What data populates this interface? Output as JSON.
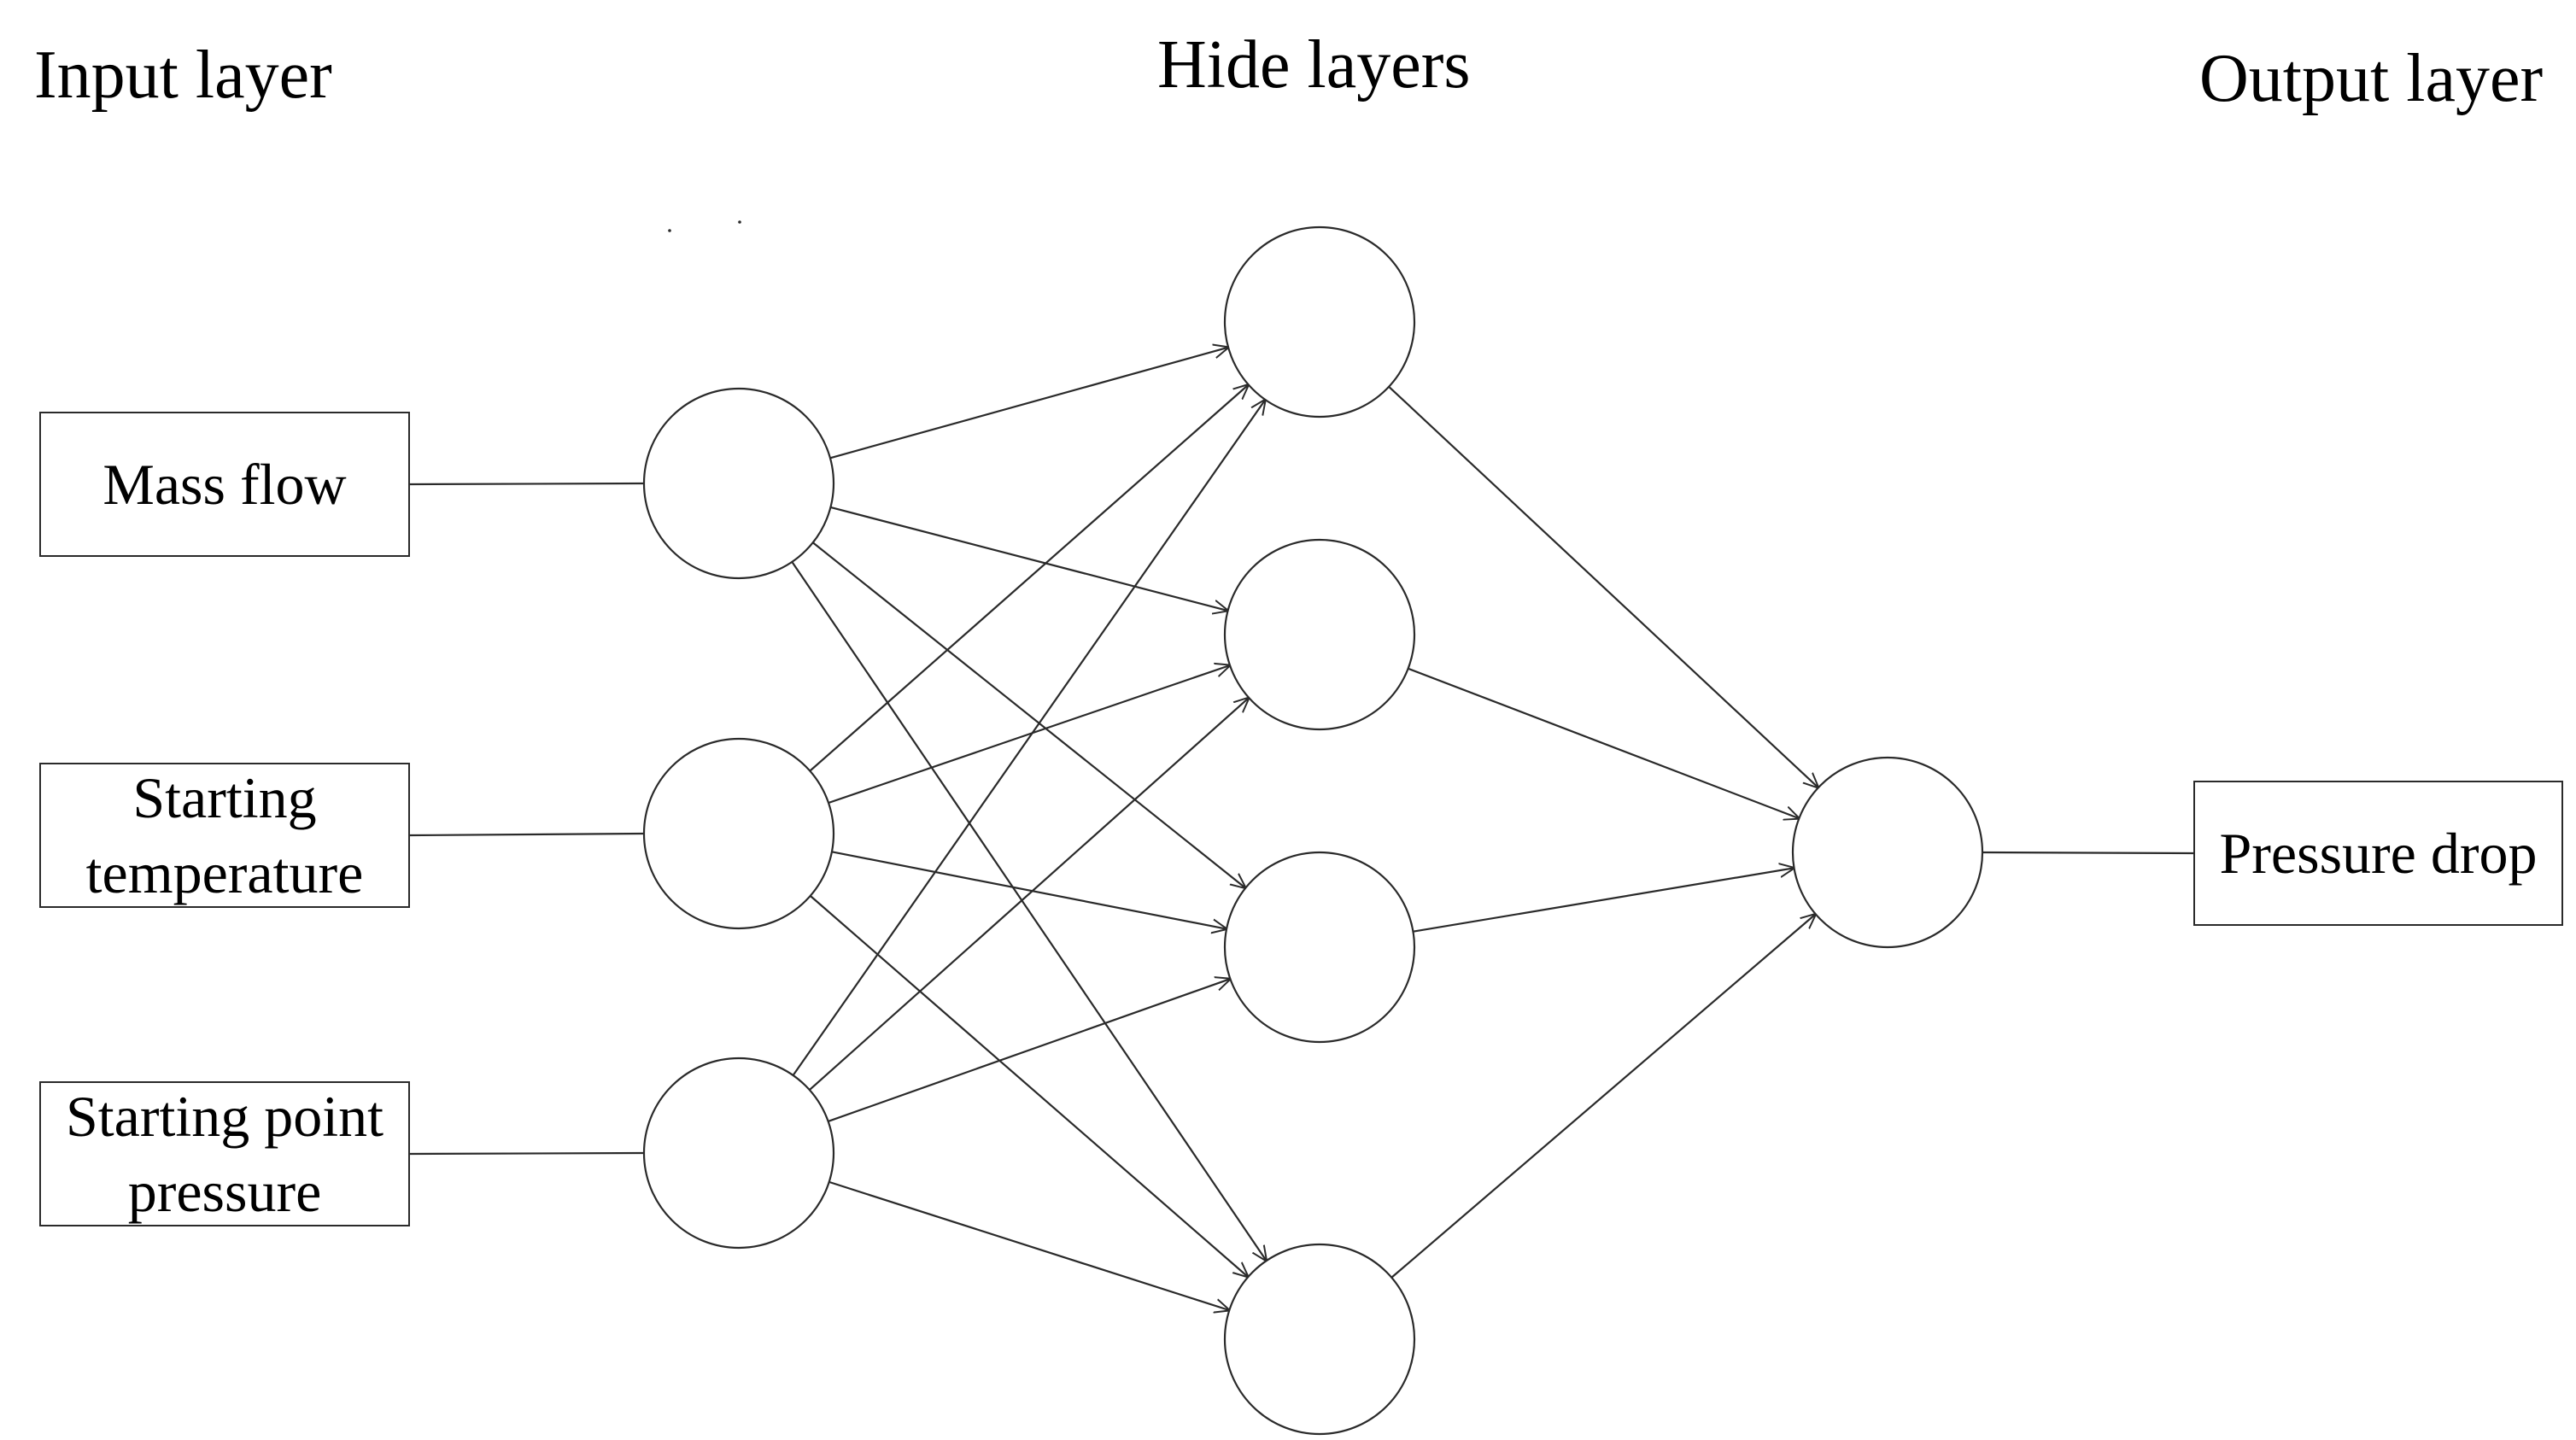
{
  "titles": {
    "input_layer": "Input layer",
    "hidden_layers": "Hide layers",
    "output_layer": "Output layer"
  },
  "inputs": [
    {
      "label": "Mass flow"
    },
    {
      "label": "Starting\ntemperature"
    },
    {
      "label": "Starting point\npressure"
    }
  ],
  "output": {
    "label": "Pressure drop"
  },
  "network": {
    "input_nodes": 3,
    "hidden_nodes": 4,
    "output_nodes": 1,
    "connections": "fully connected with arrows"
  },
  "colors": {
    "line": "#2a2a2a",
    "background": "#ffffff"
  }
}
